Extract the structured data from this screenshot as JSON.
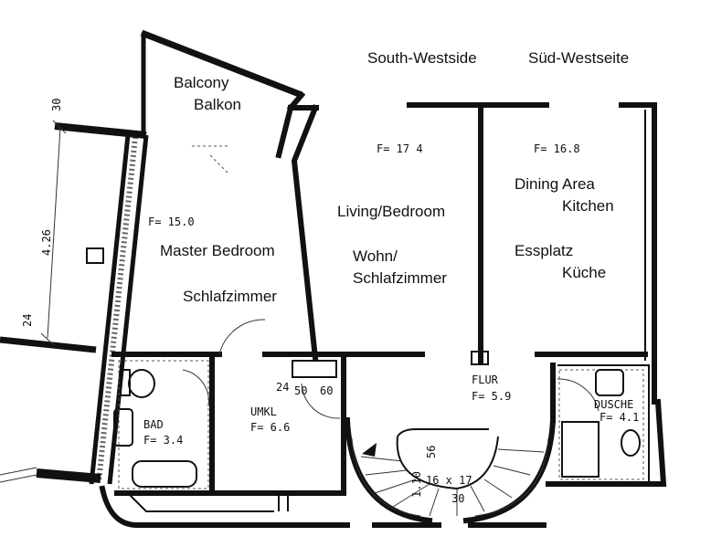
{
  "orientation": {
    "en": "South-Westside",
    "de": "Süd-Westseite"
  },
  "rooms": {
    "balcony": {
      "en": "Balcony",
      "de": "Balkon"
    },
    "master": {
      "area": "F= 15.0",
      "en": "Master Bedroom",
      "de": "Schlafzimmer"
    },
    "living": {
      "area": "F= 17 4",
      "en": "Living/Bedroom",
      "de1": "Wohn/",
      "de2": "Schlafzimmer"
    },
    "dining": {
      "area": "F= 16.8",
      "en1": "Dining Area",
      "en2": "Kitchen",
      "de1": "Essplatz",
      "de2": "Küche"
    },
    "bath": {
      "name": "BAD",
      "area": "F= 3.4"
    },
    "umkl": {
      "name": "UMKL",
      "area": "F= 6.6"
    },
    "flur": {
      "name": "FLUR",
      "area": "F= 5.9"
    },
    "shower": {
      "name": "DUSCHE",
      "area": "F= 4.1"
    }
  },
  "dimensions": {
    "d30": "30",
    "d426": "4.26",
    "d24": "24",
    "d24b": "24",
    "d50": "50",
    "d60": "60",
    "d56": "56",
    "d110": "1.10",
    "stairs": "16 x 17",
    "d30b": "30"
  }
}
